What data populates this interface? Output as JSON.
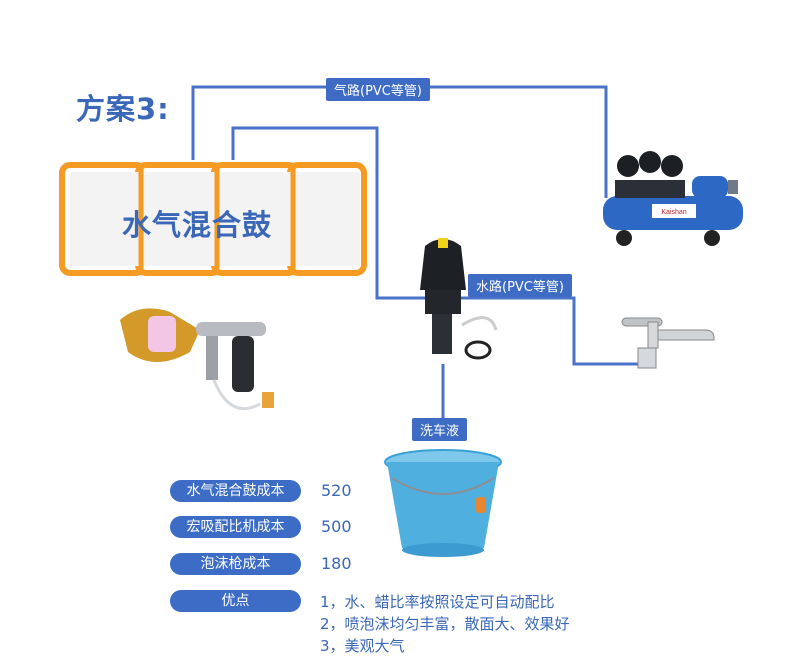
{
  "title": "方案3:",
  "labels": {
    "air_pipe": "气路(PVC等管)",
    "water_pipe": "水路(PVC等管)",
    "detergent": "洗车液",
    "drum": "水气混合鼓"
  },
  "costs": [
    {
      "label": "水气混合鼓成本",
      "value": "520"
    },
    {
      "label": "宏吸配比机成本",
      "value": "500"
    },
    {
      "label": "泡沫枪成本",
      "value": "180"
    }
  ],
  "advantages": {
    "label": "优点",
    "items": [
      "1，水、蜡比率按照设定可自动配比",
      "2，喷泡沫均匀丰富，散面大、效果好",
      "3，美观大气"
    ]
  },
  "compressor_brand": "Kaishan",
  "colors": {
    "accent": "#3d6cc6",
    "pipe": "#4a72c8",
    "orange": "#f59a23",
    "bucket": "#4fb0e0"
  }
}
